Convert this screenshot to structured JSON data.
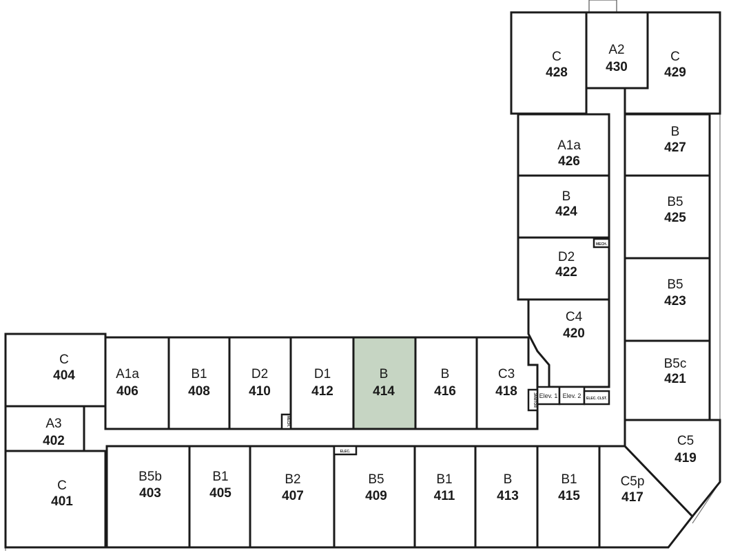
{
  "highlight_color": "#c6d5c3",
  "highlighted_unit": "414",
  "units": [
    {
      "type": "C",
      "number": "428"
    },
    {
      "type": "A2",
      "number": "430"
    },
    {
      "type": "C",
      "number": "429"
    },
    {
      "type": "A1a",
      "number": "426"
    },
    {
      "type": "B",
      "number": "427"
    },
    {
      "type": "B",
      "number": "424"
    },
    {
      "type": "B5",
      "number": "425"
    },
    {
      "type": "D2",
      "number": "422"
    },
    {
      "type": "B5",
      "number": "423"
    },
    {
      "type": "C4",
      "number": "420"
    },
    {
      "type": "B5c",
      "number": "421"
    },
    {
      "type": "C",
      "number": "404"
    },
    {
      "type": "A1a",
      "number": "406"
    },
    {
      "type": "B1",
      "number": "408"
    },
    {
      "type": "D2",
      "number": "410"
    },
    {
      "type": "D1",
      "number": "412"
    },
    {
      "type": "B",
      "number": "414"
    },
    {
      "type": "B",
      "number": "416"
    },
    {
      "type": "C3",
      "number": "418"
    },
    {
      "type": "A3",
      "number": "402"
    },
    {
      "type": "C",
      "number": "401"
    },
    {
      "type": "B5b",
      "number": "403"
    },
    {
      "type": "B1",
      "number": "405"
    },
    {
      "type": "B2",
      "number": "407"
    },
    {
      "type": "B5",
      "number": "409"
    },
    {
      "type": "B1",
      "number": "411"
    },
    {
      "type": "B",
      "number": "413"
    },
    {
      "type": "B1",
      "number": "415"
    },
    {
      "type": "C5p",
      "number": "417"
    },
    {
      "type": "C5",
      "number": "419"
    }
  ],
  "utility": {
    "elev1": "Elev. 1",
    "elev2": "Elev. 2",
    "elec_closet": "ELEC. CLST.",
    "janitor": "JANITOR",
    "mech_upper": "MECH.",
    "mech_lower": "MECH.",
    "elec": "ELEC."
  }
}
